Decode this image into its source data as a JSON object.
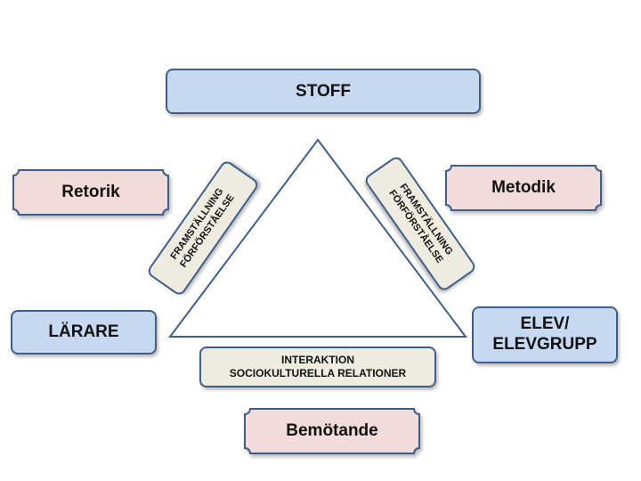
{
  "diagram": {
    "top_node": "STOFF",
    "left_node": "LÄRARE",
    "right_node": [
      "ELEV/",
      "ELEVGRUPP"
    ],
    "left_side_tag": "Retorik",
    "right_side_tag": "Metodik",
    "bottom_tag": "Bemötande",
    "left_edge_label": [
      "FRAMSTÄLLNING",
      "FÖRFÖRSTÅELSE"
    ],
    "right_edge_label": [
      "FRAMSTÄLLNING",
      "FÖRFÖRSTÅELSE"
    ],
    "bottom_edge_label": [
      "INTERAKTION",
      "SOCIOKULTURELLA RELATIONER"
    ]
  },
  "colors": {
    "node_fill": "#c6d9f1",
    "tag_fill": "#f2dcdb",
    "edge_label_fill": "#eeece1",
    "outline": "#3e5f8a"
  }
}
